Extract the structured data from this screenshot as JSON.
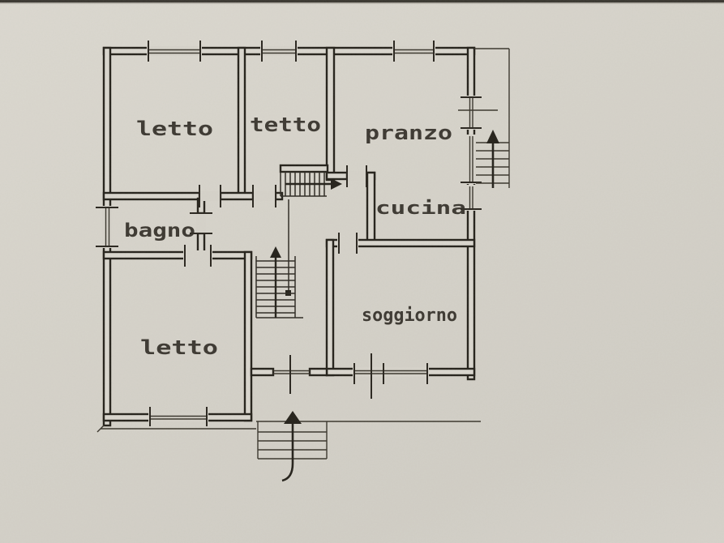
{
  "floor_plan": {
    "rooms": [
      {
        "name": "bedroom-top-left",
        "label": "letto"
      },
      {
        "name": "bedroom-top-middle",
        "label": "tetto"
      },
      {
        "name": "dining-room",
        "label": "pranzo"
      },
      {
        "name": "kitchen",
        "label": "cucina"
      },
      {
        "name": "bathroom",
        "label": "bagno"
      },
      {
        "name": "bedroom-bottom-left",
        "label": "letto"
      },
      {
        "name": "living-room",
        "label": "soggiorno"
      }
    ],
    "stairs": [
      {
        "name": "internal-upper-flight",
        "arrow_direction": "right"
      },
      {
        "name": "internal-lower-flight",
        "arrow_direction": "up"
      },
      {
        "name": "external-right-stairs",
        "arrow_direction": "up"
      },
      {
        "name": "external-bottom-stairs",
        "arrow_direction": "up"
      }
    ],
    "colors": {
      "paper": "#d6d3ca",
      "ink": "#26231c"
    }
  }
}
